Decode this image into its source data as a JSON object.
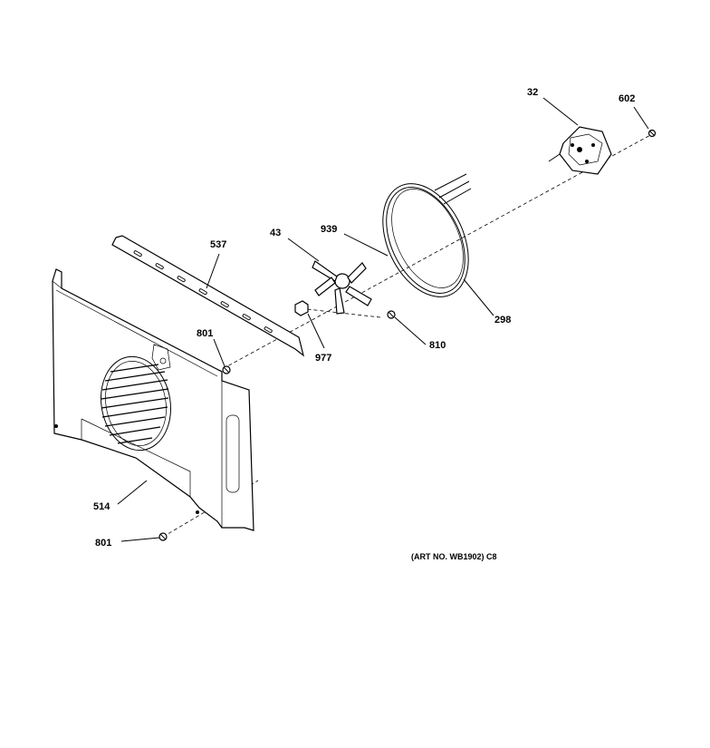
{
  "diagram": {
    "part_labels": {
      "p32": "32",
      "p602": "602",
      "p939": "939",
      "p43": "43",
      "p537": "537",
      "p298": "298",
      "p977": "977",
      "p810": "810",
      "p801_top": "801",
      "p514": "514",
      "p801_bottom": "801"
    },
    "art_number": "(ART NO. WB1902) C8"
  }
}
